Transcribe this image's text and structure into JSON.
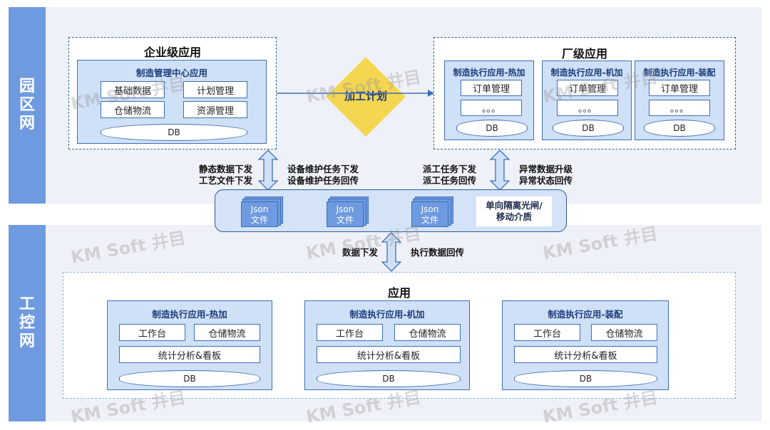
{
  "campus_zone": {
    "label": [
      "园",
      "区",
      "网"
    ]
  },
  "control_zone": {
    "label": [
      "工",
      "控",
      "网"
    ]
  },
  "enterprise": {
    "title": "企业级应用",
    "app_title": "制造管理中心应用",
    "cells": [
      "基础数据",
      "计划管理",
      "仓储物流",
      "资源管理"
    ],
    "db": "DB"
  },
  "plan_diamond": "加工计划",
  "factory": {
    "title": "厂级应用",
    "apps": [
      {
        "title": "制造执行应用-热加",
        "order": "订单管理",
        "dots": "。。。",
        "db": "DB"
      },
      {
        "title": "制造执行应用-机加",
        "order": "订单管理",
        "dots": "。。。",
        "db": "DB"
      },
      {
        "title": "制造执行应用-装配",
        "order": "订单管理",
        "dots": "。。。",
        "db": "DB"
      }
    ]
  },
  "flows": {
    "left": [
      "静态数据下发",
      "工艺文件下发"
    ],
    "mid_left": [
      "设备维护任务下发",
      "设备维护任务回传"
    ],
    "mid_right": [
      "派工任务下发",
      "派工任务回传"
    ],
    "right": [
      "异常数据升级",
      "异常状态回传"
    ],
    "bottom_left": "数据下发",
    "bottom_right": "执行数据回传"
  },
  "transfer": {
    "json_files": [
      {
        "line1": "Json",
        "line2": "文件"
      },
      {
        "line1": "Json",
        "line2": "文件"
      },
      {
        "line1": "Json",
        "line2": "文件"
      }
    ],
    "medium": [
      "单向隔离光闸/",
      "移动介质"
    ]
  },
  "application": {
    "title": "应用",
    "apps": [
      {
        "title": "制造执行应用-热加",
        "c1": "工作台",
        "c2": "仓储物流",
        "wide": "统计分析&看板",
        "db": "DB"
      },
      {
        "title": "制造执行应用-机加",
        "c1": "工作台",
        "c2": "仓储物流",
        "wide": "统计分析&看板",
        "db": "DB"
      },
      {
        "title": "制造执行应用-装配",
        "c1": "工作台",
        "c2": "仓储物流",
        "wide": "统计分析&看板",
        "db": "DB"
      }
    ]
  },
  "colors": {
    "side_bar": "#6f9ae0",
    "app_fill": "#cfe0f7",
    "border": "#3d6fb8",
    "diamond": "#f5d651",
    "arrow": "#3d6fb8"
  },
  "watermark": "KM Soft 井目"
}
